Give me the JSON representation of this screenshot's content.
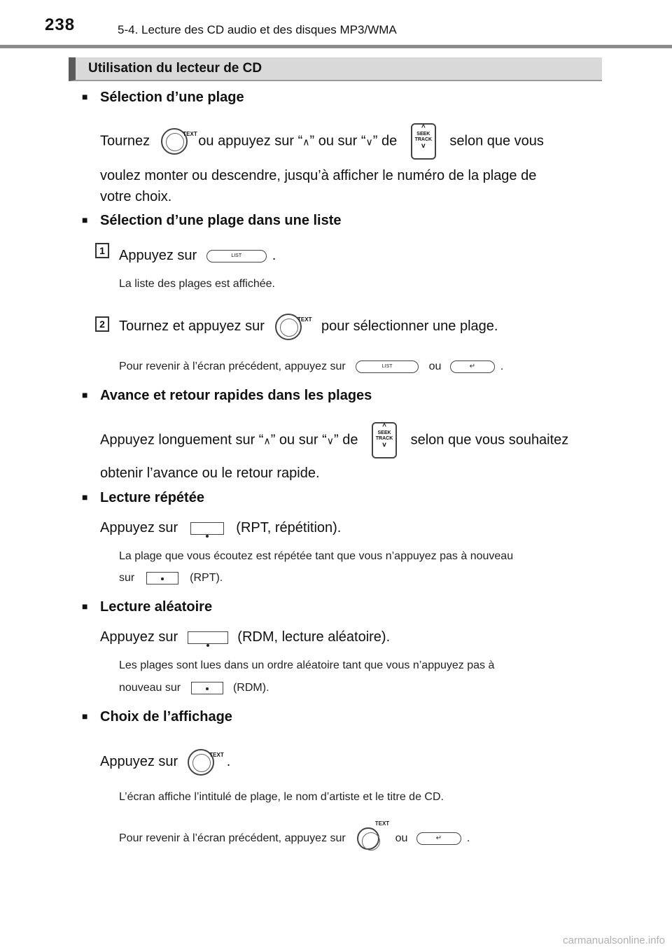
{
  "header": {
    "page_number": "238",
    "chapter": "5-4. Lecture des CD audio et des disques MP3/WMA"
  },
  "section": {
    "title": "Utilisation du lecteur de CD"
  },
  "icons": {
    "knob_label": "TEXT",
    "seek_line1": "SEEK",
    "seek_line2": "TRACK",
    "list_label": "LIST",
    "back_symbol": "↵"
  },
  "s1": {
    "heading": "Sélection d’une plage",
    "t1": "Tournez",
    "t2": "ou appuyez sur “",
    "up": "∧",
    "t3": "” ou sur “",
    "down": "∨",
    "t4": "” de",
    "t5": "selon que vous",
    "line2": "voulez monter ou descendre, jusqu’à afficher le numéro de la plage de",
    "line3": "votre choix."
  },
  "s2": {
    "heading": "Sélection d’une plage dans une liste",
    "step1_num": "1",
    "step1_a": "Appuyez sur",
    "step1_b": ".",
    "step1_note": "La liste des plages est affichée.",
    "step2_num": "2",
    "step2_a": "Tournez et appuyez sur",
    "step2_b": "pour sélectionner une plage.",
    "step2_note_a": "Pour revenir à l’écran précédent, appuyez sur",
    "step2_note_or": "ou",
    "step2_note_end": "."
  },
  "s3": {
    "heading": "Avance et retour rapides dans les plages",
    "t1": "Appuyez longuement sur “",
    "up": "∧",
    "t2": "” ou sur “",
    "down": "∨",
    "t3": "” de",
    "t4": "selon que vous souhaitez",
    "line2": "obtenir l’avance ou le retour rapide."
  },
  "s4": {
    "heading": "Lecture répétée",
    "a": "Appuyez sur",
    "b": "(RPT, répétition).",
    "note1": "La plage que vous écoutez est répétée tant que vous n’appuyez pas à nouveau",
    "note2_a": "sur",
    "note2_b": "(RPT)."
  },
  "s5": {
    "heading": "Lecture aléatoire",
    "a": "Appuyez sur",
    "b": "(RDM, lecture aléatoire).",
    "note1": "Les plages sont lues dans un ordre aléatoire tant que vous n’appuyez pas à",
    "note2_a": "nouveau sur",
    "note2_b": "(RDM)."
  },
  "s6": {
    "heading": "Choix de l’affichage",
    "a": "Appuyez sur",
    "b": ".",
    "note1": "L’écran affiche l’intitulé de plage, le nom d’artiste et le titre de CD.",
    "note2_a": "Pour revenir à l’écran précédent, appuyez sur",
    "note2_or": "ou",
    "note2_end": "."
  },
  "footer": {
    "watermark": "carmanualsonline.info"
  }
}
